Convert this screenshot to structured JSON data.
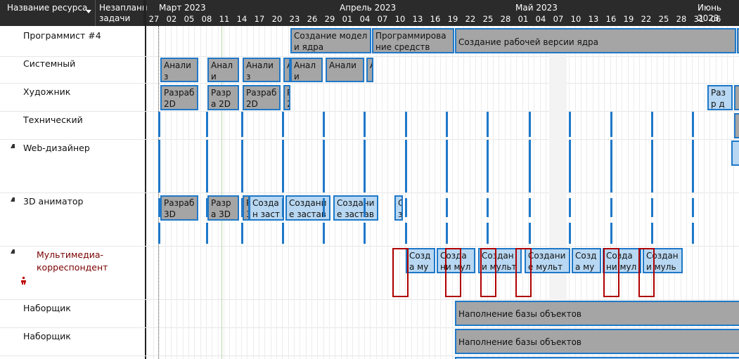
{
  "header": {
    "col_name": "Название ресурса",
    "col_unscheduled_line1": "Незаплани",
    "col_unscheduled_line2": "задачи",
    "months": [
      "Март 2023",
      "Апрель 2023",
      "Май 2023",
      "Июнь 2023"
    ],
    "days": [
      "27",
      "02",
      "05",
      "08",
      "11",
      "14",
      "17",
      "20",
      "23",
      "26",
      "29",
      "01",
      "04",
      "07",
      "10",
      "13",
      "16",
      "19",
      "22",
      "25",
      "28",
      "01",
      "04",
      "07",
      "10",
      "13",
      "16",
      "19",
      "22",
      "25",
      "28",
      "31",
      "06"
    ]
  },
  "resources": [
    {
      "name": "Программист #4"
    },
    {
      "name": "Системный"
    },
    {
      "name": "Художник"
    },
    {
      "name": "Технический"
    },
    {
      "name": "Web-дизайнер"
    },
    {
      "name": "3D аниматор"
    },
    {
      "name": "Мультимедиа-корреспондент",
      "line1": "Мультимедиа-",
      "line2": "корреспондент"
    },
    {
      "name": "Наборщик"
    },
    {
      "name": "Наборщик"
    }
  ],
  "tasks": {
    "prog_model": "Создание модели ядра",
    "prog_tools": "Программирование средств",
    "prog_core": "Создание рабочей версии ядра",
    "analysis": "Анализ",
    "analysis_short1": "Анали",
    "analysis_short2": "А",
    "analysis_short3": "Анали",
    "art_2d": "Разраб 2D",
    "art_2d_short": "Разра 2D",
    "art_r": "Р 2",
    "art_diz": "Разр диза",
    "anim_3d": "Разраб 3D",
    "anim_3d_short": "Разра 3D",
    "anim_p": "Р 3",
    "anim_splash1": "Создан заставк",
    "anim_splash2": "Создание заставки",
    "anim_splash3": "Создание заставки",
    "anim_c": "С з",
    "mm1": "Созда мульт",
    "mm2": "Создани мультим",
    "mm3": "Создани мультиме",
    "mm4": "Создание мультиме",
    "mm5": "Созда мульт",
    "mm6": "Создани мультим",
    "mm7": "Создани мультим",
    "fill_db": "Наполнение базы объектов"
  },
  "colors": {
    "bar_fill": "#a5a5a5",
    "bar_border": "#1f78c8",
    "overalloc": "#b00000",
    "header_bg": "#2b2b2b",
    "alert_text": "#7a0000"
  }
}
